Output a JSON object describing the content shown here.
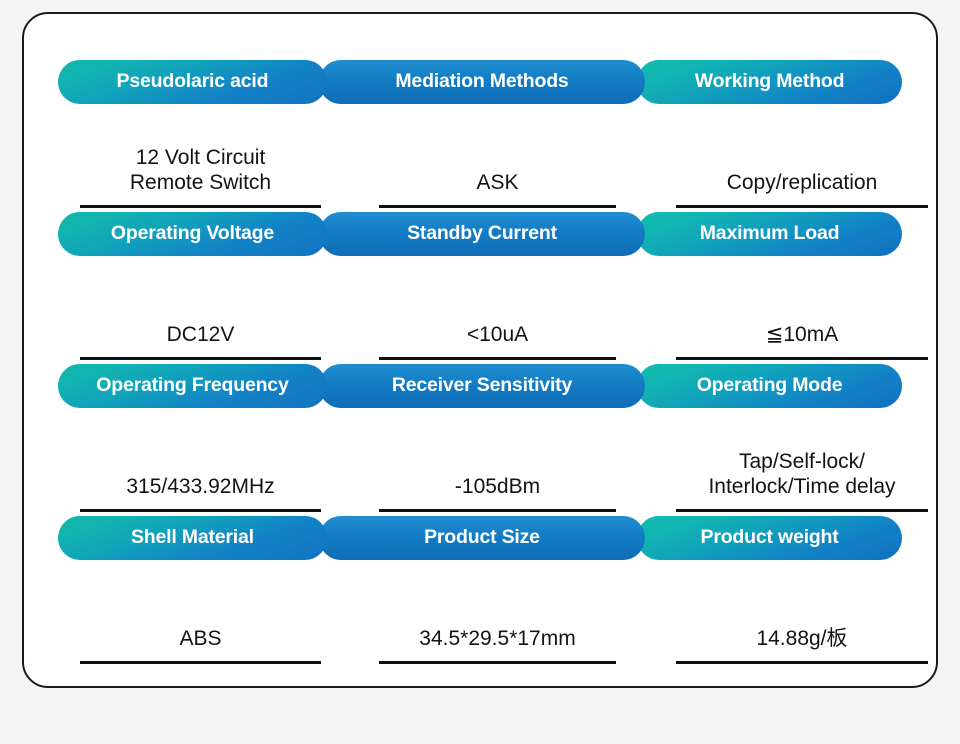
{
  "card": {
    "background": "#ffffff",
    "border_color": "#1a1a1a",
    "page_background": "#f4f4f4"
  },
  "theme": {
    "pill_teal": "#0fb9ac",
    "pill_blue": "#1179c2",
    "pill_text": "#ffffff",
    "value_text": "#131313",
    "rule_color": "#111111"
  },
  "spec_rows": [
    {
      "columns": [
        {
          "header": "Pseudolaric acid",
          "value": "12 Volt Circuit\nRemote Switch"
        },
        {
          "header": "Mediation Methods",
          "value": "ASK"
        },
        {
          "header": "Working Method",
          "value": "Copy/replication"
        }
      ]
    },
    {
      "columns": [
        {
          "header": "Operating Voltage",
          "value": "DC12V"
        },
        {
          "header": "Standby Current",
          "value": "<10uA"
        },
        {
          "header": "Maximum Load",
          "value": "≦10mA"
        }
      ]
    },
    {
      "columns": [
        {
          "header": "Operating Frequency",
          "value": "315/433.92MHz"
        },
        {
          "header": "Receiver Sensitivity",
          "value": "-105dBm"
        },
        {
          "header": "Operating Mode",
          "value": "Tap/Self-lock/\nInterlock/Time delay"
        }
      ]
    },
    {
      "columns": [
        {
          "header": "Shell Material",
          "value": "ABS"
        },
        {
          "header": "Product Size",
          "value": "34.5*29.5*17mm"
        },
        {
          "header": "Product weight",
          "value": "14.88g/板"
        }
      ]
    }
  ]
}
